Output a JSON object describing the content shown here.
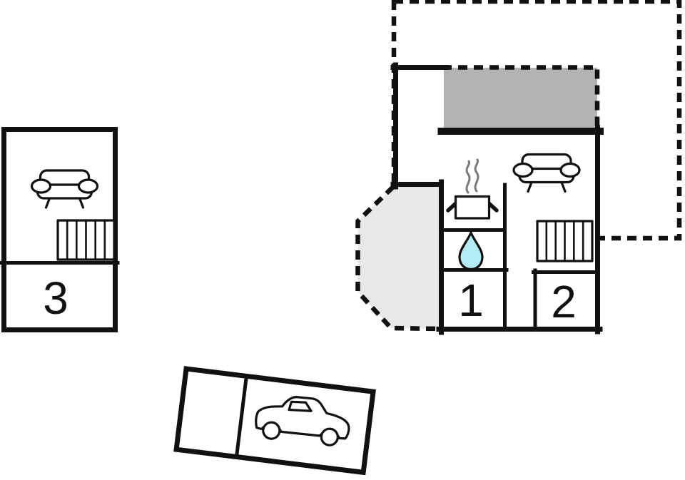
{
  "plan": {
    "type": "holiday-home-floor-plan",
    "annex": {
      "room_label": "3",
      "furniture": [
        "sofa-icon",
        "radiator-icon"
      ]
    },
    "house": {
      "room1_label": "1",
      "room2_label": "2",
      "furniture": [
        "stove-pot-icon",
        "steam-icon",
        "water-drop-icon",
        "sofa-icon",
        "radiator-icon"
      ]
    },
    "garage": {
      "furniture": [
        "car-icon"
      ]
    },
    "terraces": [
      "upper-terrace",
      "covered-terrace",
      "side-terrace"
    ],
    "colors": {
      "wall": "#111111",
      "terrace_fill": "#e8e8eb",
      "covered_terrace_fill": "#b3b3b3",
      "water_drop_fill": "#b3ecf4",
      "steam_stroke": "#7a7a7a"
    }
  }
}
